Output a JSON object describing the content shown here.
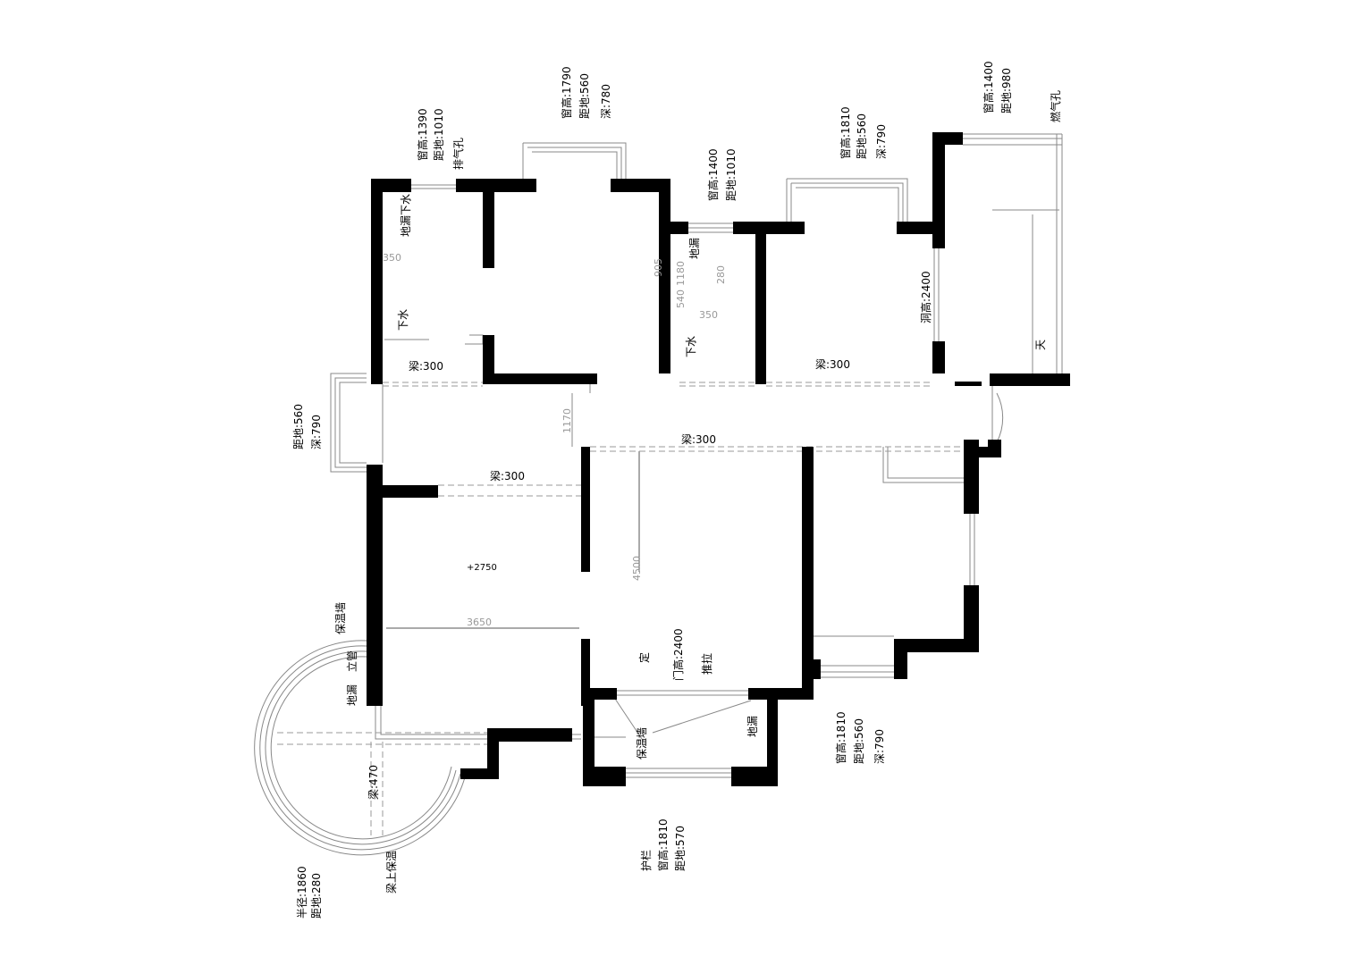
{
  "annotations": {
    "kitchen_window": [
      "窗高:1390",
      "距地:1010"
    ],
    "exhaust": "排气孔",
    "room2_window": [
      "窗高:1790",
      "距地:560",
      "深:780"
    ],
    "bath_window": [
      "窗高:1400",
      "距地:1010"
    ],
    "bed_window": [
      "窗高:1810",
      "距地:560",
      "深:790"
    ],
    "right_kitchen_window": [
      "窗高:1400",
      "距地:980"
    ],
    "gas_hole": "燃气孔",
    "floor_drain_downpipe": "地漏下水",
    "downpipe": "下水",
    "floor_drain": "地漏",
    "beam_300": "梁:300",
    "opening_height": "洞高:2400",
    "sky": "天",
    "left_window": [
      "距地:560",
      "深:790"
    ],
    "insulation_wall": "保温墙",
    "riser": "立管",
    "beam_470": "梁:470",
    "beam_insulation": "梁上保温",
    "round_window": [
      "半径:1860",
      "距地:280"
    ],
    "fixed": "定",
    "door_height": "门高:2400",
    "sliding": "推拉",
    "balcony_window": [
      "护栏",
      "窗高:1810",
      "距地:570"
    ],
    "right_bottom_window": [
      "窗高:1810",
      "距地:560",
      "深:790"
    ]
  },
  "dimensions": {
    "d350": "350",
    "d905": "905",
    "d1180": "1180",
    "d280": "280",
    "d540": "540",
    "d350b": "350",
    "d1170": "1170",
    "elev": "+2750",
    "d4500": "4500",
    "d3650": "3650"
  }
}
